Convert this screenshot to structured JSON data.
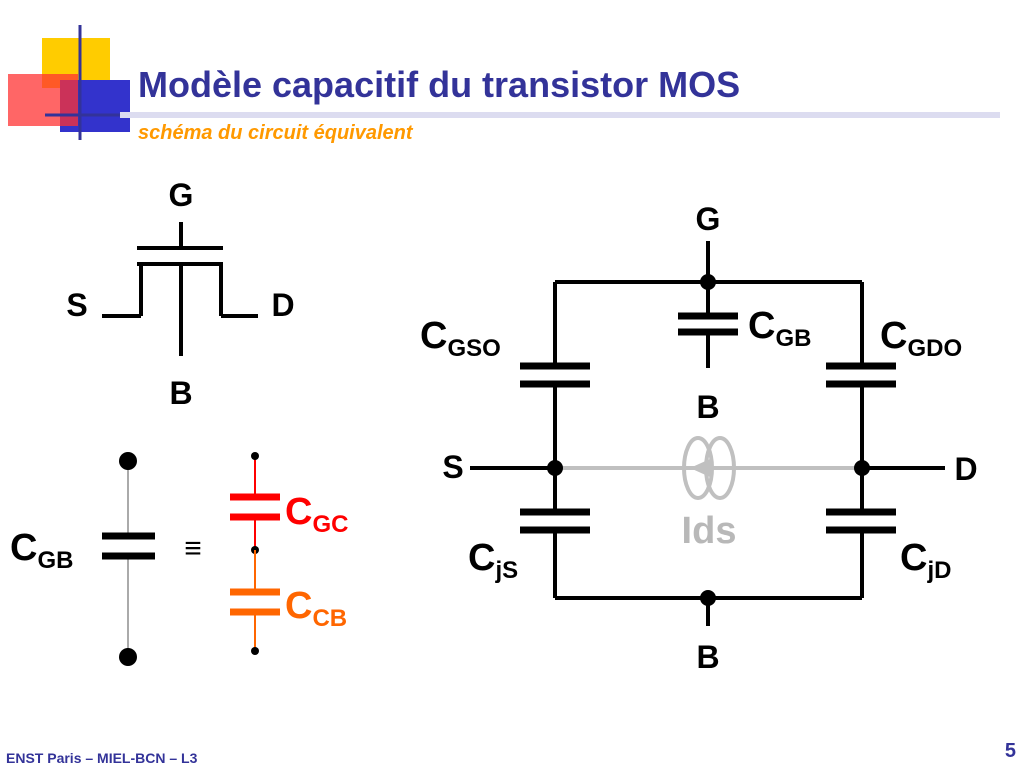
{
  "slide": {
    "title": "Modèle capacitif du transistor MOS",
    "subtitle": "schéma du circuit équivalent",
    "footer": "ENST Paris – MIEL-BCN – L3",
    "page_number": "5"
  },
  "colors": {
    "title": "#333399",
    "subtitle": "#ff9900",
    "wire": "#000000",
    "gc_capacitor": "#ff0000",
    "cb_capacitor": "#ff6600",
    "ids_path": "#c0c0c0"
  },
  "mos_symbol": {
    "gate": "G",
    "source": "S",
    "drain": "D",
    "bulk": "B"
  },
  "decomposition": {
    "main_cap": "C",
    "main_cap_sub": "GB",
    "equiv_symbol": "≡",
    "cap1": "C",
    "cap1_sub": "GC",
    "cap2": "C",
    "cap2_sub": "CB"
  },
  "equivalent_circuit": {
    "gate": "G",
    "source": "S",
    "drain": "D",
    "bulk_mid": "B",
    "bulk_bottom": "B",
    "cgso": "C",
    "cgso_sub": "GSO",
    "cgb": "C",
    "cgb_sub": "GB",
    "cgdo": "C",
    "cgdo_sub": "GDO",
    "cjs": "C",
    "cjs_sub": "jS",
    "cjd": "C",
    "cjd_sub": "jD",
    "current": "Ids"
  }
}
